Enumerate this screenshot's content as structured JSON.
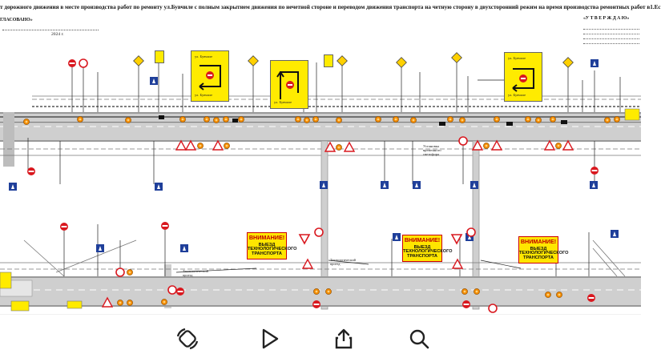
{
  "document": {
    "header_left": "т дорожного движения в месте производства работ по ремонту  ул.Бувчиле с полным закрытием движения по нечетной стороне и переводом движения транспорта на четную сторону в двухсторонний режим на время производства ремонтных работ в1.Ес",
    "agreed_label": "ГЛАСОВАНО»",
    "agreed_date": "2024 г.",
    "approved_label": "«У Т В Е Р Ж Д А Ю»",
    "signal_label": "Установка временного светофора",
    "warning_title": "ВНИМАНИЕ!",
    "warning_text": "ВЫЕЗД ТЕХНОЛОГИЧЕСКОГО ТРАНСПОРТА",
    "crossing_label": "Технологический проезд",
    "direction_signs": [
      {
        "top": "ул. Бувчиле",
        "bottom": "ул. Бувчиле"
      },
      {
        "top": "ул. Бувчиле",
        "bottom": "ул. Бувчиле"
      },
      {
        "top": "ул. Бувчиле",
        "bottom": "ул. Бувчиле"
      }
    ]
  },
  "toolbar": {
    "rotate_icon": "rotate-icon",
    "play_icon": "play-icon",
    "share_icon": "share-icon",
    "search_icon": "search-icon"
  },
  "colors": {
    "sign_yellow": "#ffeb00",
    "sign_red": "#d9181f",
    "sign_blue": "#1f3f9a",
    "cone_orange": "#f28a00",
    "road_gray": "#bcbcbc"
  }
}
